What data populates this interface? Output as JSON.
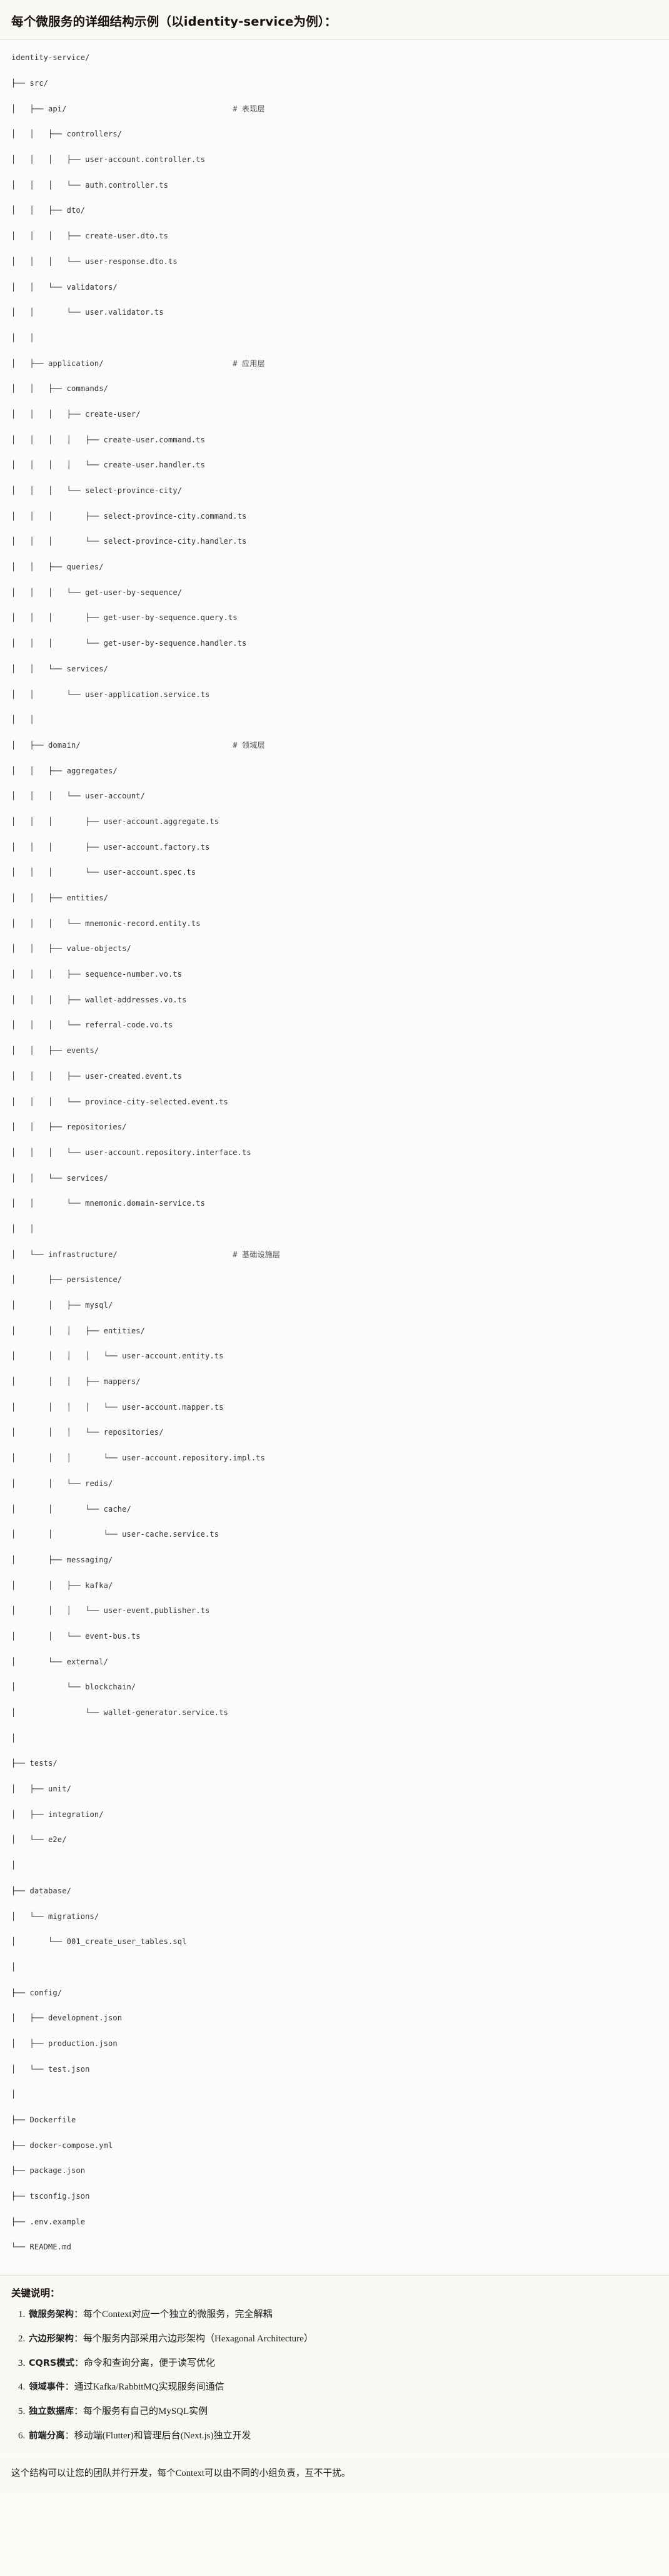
{
  "header": {
    "title": "每个微服务的详细结构示例（以identity-service为例）："
  },
  "tree": {
    "root": "identity-service/",
    "lines": [
      "identity-service/",
      "├── src/",
      "│   ├── api/                                    # 表现层",
      "│   │   ├── controllers/",
      "│   │   │   ├── user-account.controller.ts",
      "│   │   │   └── auth.controller.ts",
      "│   │   ├── dto/",
      "│   │   │   ├── create-user.dto.ts",
      "│   │   │   └── user-response.dto.ts",
      "│   │   └── validators/",
      "│   │       └── user.validator.ts",
      "│   │",
      "│   ├── application/                            # 应用层",
      "│   │   ├── commands/",
      "│   │   │   ├── create-user/",
      "│   │   │   │   ├── create-user.command.ts",
      "│   │   │   │   └── create-user.handler.ts",
      "│   │   │   └── select-province-city/",
      "│   │   │       ├── select-province-city.command.ts",
      "│   │   │       └── select-province-city.handler.ts",
      "│   │   ├── queries/",
      "│   │   │   └── get-user-by-sequence/",
      "│   │   │       ├── get-user-by-sequence.query.ts",
      "│   │   │       └── get-user-by-sequence.handler.ts",
      "│   │   └── services/",
      "│   │       └── user-application.service.ts",
      "│   │",
      "│   ├── domain/                                 # 领域层",
      "│   │   ├── aggregates/",
      "│   │   │   └── user-account/",
      "│   │   │       ├── user-account.aggregate.ts",
      "│   │   │       ├── user-account.factory.ts",
      "│   │   │       └── user-account.spec.ts",
      "│   │   ├── entities/",
      "│   │   │   └── mnemonic-record.entity.ts",
      "│   │   ├── value-objects/",
      "│   │   │   ├── sequence-number.vo.ts",
      "│   │   │   ├── wallet-addresses.vo.ts",
      "│   │   │   └── referral-code.vo.ts",
      "│   │   ├── events/",
      "│   │   │   ├── user-created.event.ts",
      "│   │   │   └── province-city-selected.event.ts",
      "│   │   ├── repositories/",
      "│   │   │   └── user-account.repository.interface.ts",
      "│   │   └── services/",
      "│   │       └── mnemonic.domain-service.ts",
      "│   │",
      "│   └── infrastructure/                         # 基础设施层",
      "│       ├── persistence/",
      "│       │   ├── mysql/",
      "│       │   │   ├── entities/",
      "│       │   │   │   └── user-account.entity.ts",
      "│       │   │   ├── mappers/",
      "│       │   │   │   └── user-account.mapper.ts",
      "│       │   │   └── repositories/",
      "│       │   │       └── user-account.repository.impl.ts",
      "│       │   └── redis/",
      "│       │       └── cache/",
      "│       │           └── user-cache.service.ts",
      "│       ├── messaging/",
      "│       │   ├── kafka/",
      "│       │   │   └── user-event.publisher.ts",
      "│       │   └── event-bus.ts",
      "│       └── external/",
      "│           └── blockchain/",
      "│               └── wallet-generator.service.ts",
      "│",
      "├── tests/",
      "│   ├── unit/",
      "│   ├── integration/",
      "│   └── e2e/",
      "│",
      "├── database/",
      "│   └── migrations/",
      "│       └── 001_create_user_tables.sql",
      "│",
      "├── config/",
      "│   ├── development.json",
      "│   ├── production.json",
      "│   └── test.json",
      "│",
      "├── Dockerfile",
      "├── docker-compose.yml",
      "├── package.json",
      "├── tsconfig.json",
      "├── .env.example",
      "└── README.md"
    ],
    "comments": [
      "# 表现层",
      "# 应用层",
      "# 领域层",
      "# 基础设施层"
    ]
  },
  "notes": {
    "title": "关键说明：",
    "items": [
      {
        "term": "微服务架构",
        "sep": "：",
        "text": "每个Context对应一个独立的微服务，完全解耦"
      },
      {
        "term": "六边形架构",
        "sep": "：",
        "text": "每个服务内部采用六边形架构（Hexagonal Architecture）"
      },
      {
        "term": "CQRS模式",
        "sep": "：",
        "text": "命令和查询分离，便于读写优化"
      },
      {
        "term": "领域事件",
        "sep": "：",
        "text": "通过Kafka/RabbitMQ实现服务间通信"
      },
      {
        "term": "独立数据库",
        "sep": "：",
        "text": "每个服务有自己的MySQL实例"
      },
      {
        "term": "前端分离",
        "sep": "：",
        "text": "移动端(Flutter)和管理后台(Next.js)独立开发"
      }
    ]
  },
  "closing": {
    "text": "这个结构可以让您的团队并行开发，每个Context可以由不同的小组负责，互不干扰。"
  },
  "colors": {
    "page_bg": "#fbfaf7",
    "header_bg": "#f9f7f3",
    "tree_text": "#2e3338",
    "comment_text": "#4a5056",
    "divider": "#e4e1d9"
  }
}
